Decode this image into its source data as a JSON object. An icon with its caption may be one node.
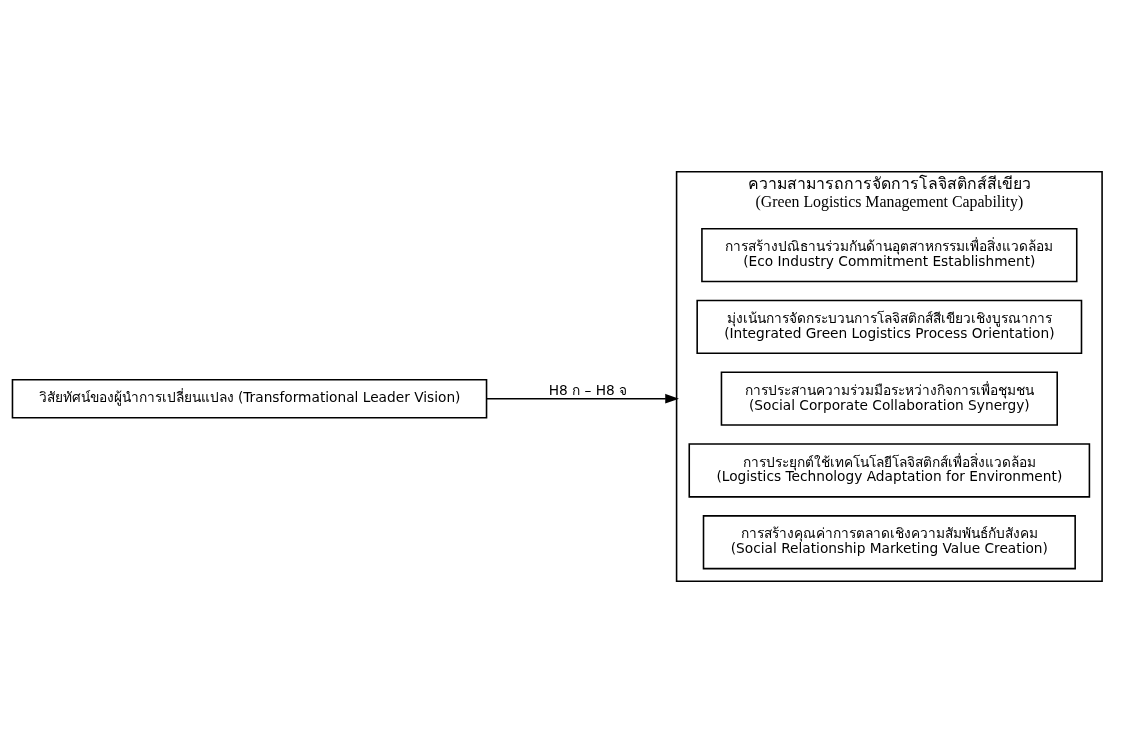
{
  "diagram": {
    "nodes": [
      {
        "text": [
          "วิสัยทัศน์ของผู้นำการเปลี่ยนแปลง (Transformational Leader Vision)"
        ]
      },
      {
        "text": [
          "ความสามารถการจัดการโลจิสติกส์สีเขียว",
          "(Green Logistics Management Capability)"
        ]
      },
      {
        "text": [
          "การสร้างปณิธานร่วมกันด้านอุตสาหกรรมเพื่อสิ่งแวดล้อม",
          "(Eco Industry Commitment Establishment)"
        ],
        "in": 1
      },
      {
        "text": [
          "มุ่งเน้นการจัดกระบวนการโลจิสติกส์สีเขียวเชิงบูรณาการ",
          "(Integrated Green Logistics Process Orientation)"
        ],
        "in": 1
      },
      {
        "text": [
          "การประสานความร่วมมือระหว่างกิจการเพื่อชุมชน",
          "(Social Corporate Collaboration Synergy)"
        ],
        "in": 1
      },
      {
        "text": [
          "การประยุกต์ใช้เทคโนโลยีโลจิสติกส์เพื่อสิ่งแวดล้อม",
          "(Logistics Technology Adaptation for Environment)"
        ],
        "in": 1
      },
      {
        "text": [
          "การสร้างคุณค่าการตลาดเชิงความสัมพันธ์กับสังคม",
          "(Social Relationship Marketing Value Creation)"
        ],
        "in": 1
      }
    ],
    "edges": [
      {
        "from": 0,
        "to": 1,
        "arrow": "to",
        "label": "H8 ก – H8 จ"
      }
    ]
  }
}
